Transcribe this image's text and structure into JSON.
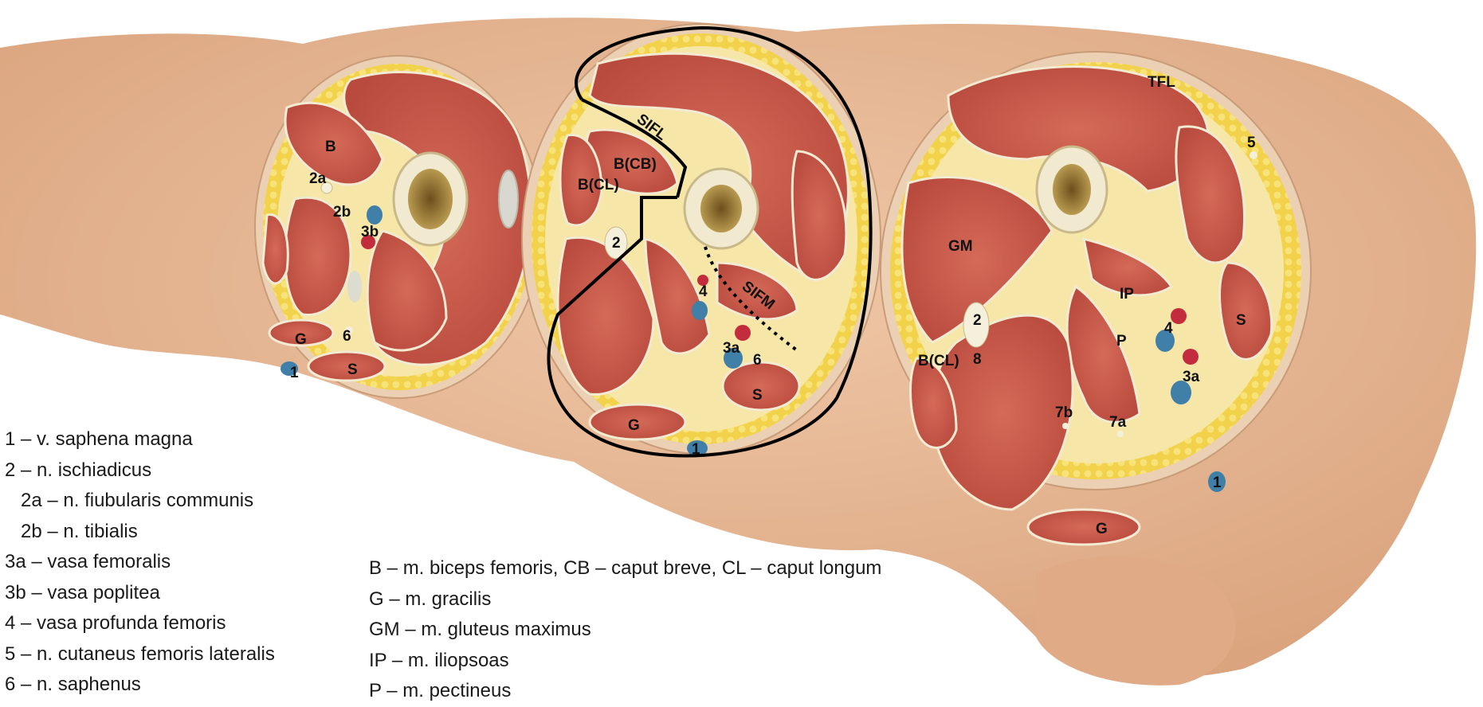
{
  "section_labels": {
    "s1": {
      "b": "B",
      "l2a": "2a",
      "l2b": "2b",
      "l3b": "3b",
      "g": "G",
      "l6": "6",
      "l1": "1",
      "s": "S"
    },
    "s2": {
      "sifl": "SIFL",
      "bcb": "B(CB)",
      "bcl": "B(CL)",
      "l2": "2",
      "l4": "4",
      "sifm": "SIFM",
      "l3a": "3a",
      "l6": "6",
      "s": "S",
      "g": "G",
      "l1": "1"
    },
    "s3": {
      "tfl": "TFL",
      "l5": "5",
      "gm": "GM",
      "ip": "IP",
      "l2": "2",
      "bcl": "B(CL)",
      "l8": "8",
      "p": "P",
      "l4": "4",
      "s": "S",
      "l3a": "3a",
      "l7b": "7b",
      "l7a": "7a",
      "l1": "1",
      "g": "G"
    }
  },
  "legend_left": [
    "1 – v. saphena magna",
    "2 – n. ischiadicus",
    "2a – n. fiubularis communis",
    "2b – n. tibialis",
    "3a – vasa femoralis",
    "3b – vasa poplitea",
    "4 – vasa profunda femoris",
    "5 – n. cutaneus femoris lateralis",
    "6 – n. saphenus"
  ],
  "legend_right": [
    "B – m. biceps femoris, CB – caput breve, CL – caput longum",
    "G – m. gracilis",
    "GM – m. gluteus maximus",
    "IP – m. iliopsoas",
    "P – m. pectineus"
  ],
  "colors": {
    "skin": "#e8b898",
    "fat": "#f2d24a",
    "muscle": "#c8584a",
    "bone": "#f1ead0",
    "marrow": "#8a6a2a",
    "vein": "#3f7fa8",
    "artery": "#c22c3c",
    "nerve": "#f5f0dc",
    "compartment_line": "#000000"
  }
}
